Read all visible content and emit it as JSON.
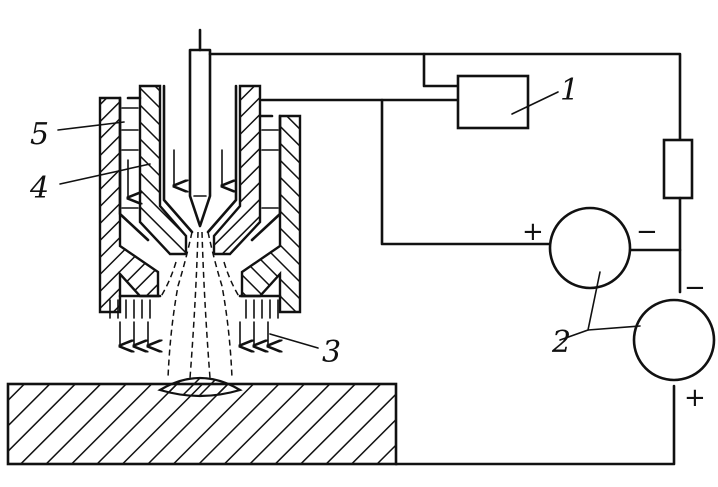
{
  "labels": {
    "control_unit": "1",
    "power_sources": "2",
    "plasma_flow": "3",
    "channel_inner": "4",
    "channel_outer": "5"
  },
  "polarity": {
    "upper_source_left": "+",
    "upper_source_right": "−",
    "lower_source_top": "−",
    "lower_source_bottom": "+"
  }
}
